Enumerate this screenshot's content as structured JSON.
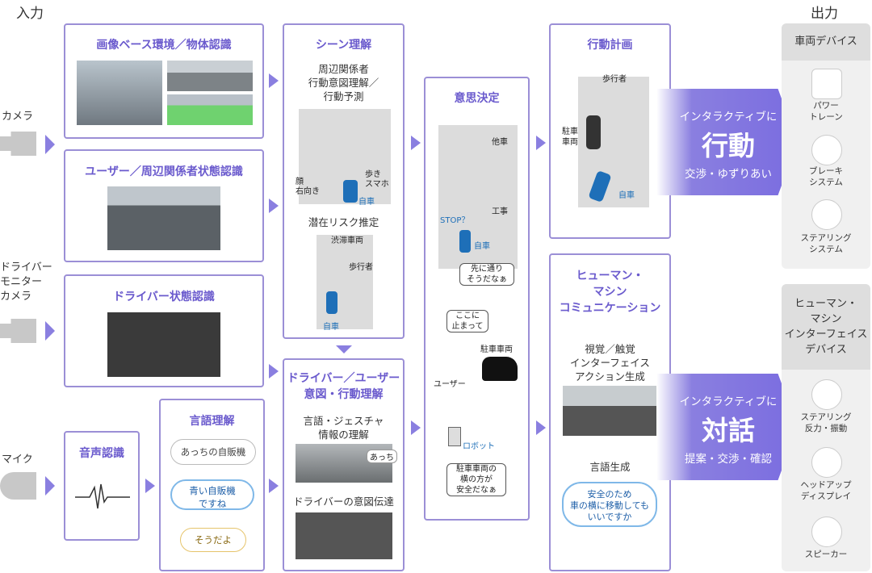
{
  "headers": {
    "input": "入力",
    "output": "出力"
  },
  "sensors": {
    "camera": "カメラ",
    "driver_camera": "ドライバー\nモニター\nカメラ",
    "mic": "マイク"
  },
  "boxes": {
    "image_recognition": "画像ベース環境／物体認識",
    "user_state": "ユーザー／周辺関係者状態認識",
    "driver_state": "ドライバー状態認識",
    "speech_recognition": "音声認識",
    "language": "言語理解",
    "scene": "シーン理解",
    "driver_intent": "ドライバー／ユーザー\n意図・行動理解",
    "decision": "意思決定",
    "planning": "行動計画",
    "hmc": "ヒューマン・\nマシン\nコミュニケーション"
  },
  "language_bubbles": [
    "あっちの自販機",
    "青い自販機\nですね",
    "そうだよ"
  ],
  "scene_texts": {
    "surrounding": "周辺関係者\n行動意図理解／\n行動予測",
    "face": "顔\n右向き",
    "phone": "歩き\nスマホ",
    "own_car": "自車",
    "risk": "潜在リスク推定",
    "jam": "渋滞車両",
    "pedestrian": "歩行者",
    "own_car2": "自車"
  },
  "intent_texts": {
    "gesture": "言語・ジェスチャ\n情報の理解",
    "atchi": "あっち",
    "convey": "ドライバーの意図伝達"
  },
  "decision_texts": {
    "other_car": "他車",
    "stop": "STOP？",
    "construction": "工事",
    "own_car": "自車",
    "think1": "先に通り\nそうだなぁ",
    "stop_here": "ここに\n止まって",
    "parked": "駐車車両",
    "user": "ユーザー",
    "robot": "ロボット",
    "think2": "駐車車両の\n横の方が\n安全だなぁ"
  },
  "planning_texts": {
    "pedestrian": "歩行者",
    "parked": "駐車\n車両",
    "own_car": "自車"
  },
  "hmc_texts": {
    "visual": "視覚／触覚\nインターフェイス\nアクション生成",
    "lang_gen": "言語生成",
    "bubble": "安全のため\n車の横に移動しても\nいいですか"
  },
  "actions": {
    "act_top": "インタラクティブに",
    "act_big": "行動",
    "act_sub": "交渉・ゆずりあい",
    "dia_top": "インタラクティブに",
    "dia_big": "対話",
    "dia_sub": "提案・交渉・確認"
  },
  "output_vehicle": {
    "title": "車両デバイス",
    "items": [
      "パワー\nトレーン",
      "ブレーキ\nシステム",
      "ステアリング\nシステム"
    ]
  },
  "output_hmi": {
    "title": "ヒューマン・\nマシン\nインターフェイス\nデバイス",
    "items": [
      "ステアリング\n反力・振動",
      "ヘッドアップ\nディスプレイ",
      "スピーカー"
    ]
  },
  "colors": {
    "accent": "#6a5acd",
    "border": "#9b8fd6",
    "arrow": "#8a7fe0",
    "blue_car": "#1e6fb8"
  }
}
